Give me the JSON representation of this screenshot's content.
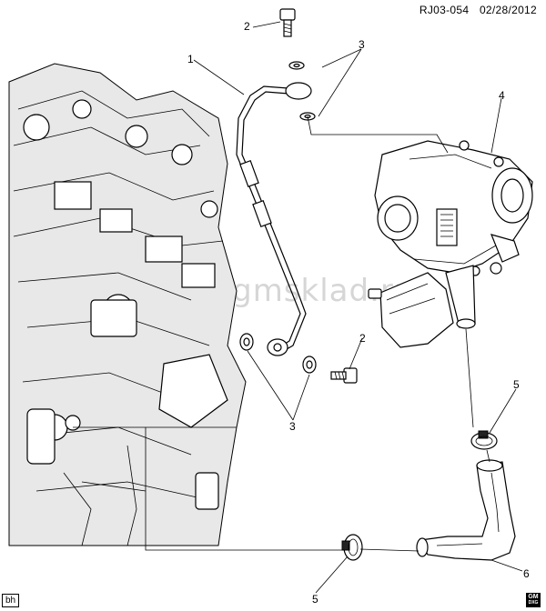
{
  "header": {
    "diagram_id": "RJ03-054",
    "date": "02/28/2012"
  },
  "callouts": {
    "c1": "1",
    "c2a": "2",
    "c2b": "2",
    "c3a": "3",
    "c3b": "3",
    "c4": "4",
    "c5a": "5",
    "c5b": "5",
    "c6": "6"
  },
  "watermark": "www.gmsklad.ru",
  "footer": {
    "left_tag": "bh",
    "logo_top": "GM",
    "logo_bottom": "DXG"
  }
}
